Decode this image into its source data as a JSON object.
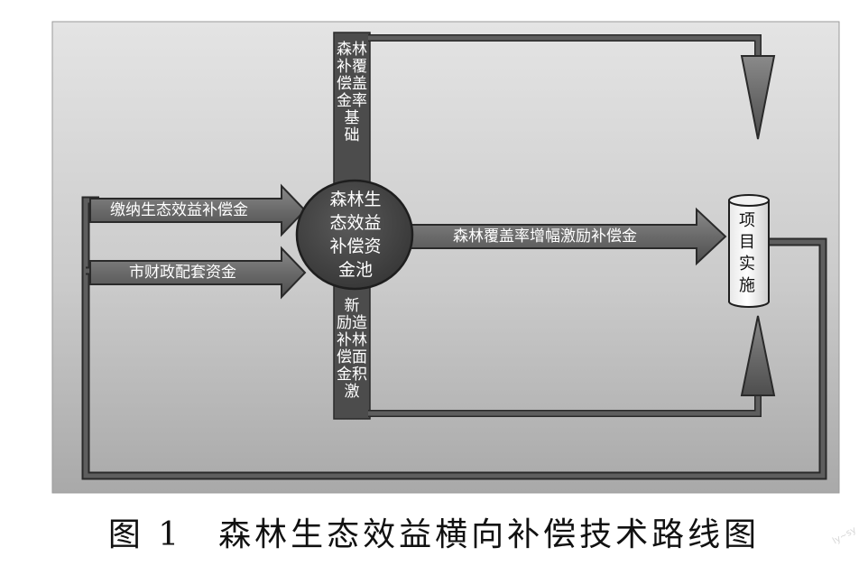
{
  "pool_label": [
    "森林生",
    "态效益",
    "补偿资",
    "金池"
  ],
  "project_label": [
    "项",
    "目",
    "实",
    "施"
  ],
  "inputs": {
    "ecological_fee": "缴纳生态效益补偿金",
    "city_finance": "市财政配套资金"
  },
  "outputs": {
    "incentive_fund": "森林覆盖率增幅激励补偿金"
  },
  "vertical_labels": {
    "basic_coverage": [
      "森林",
      "补覆",
      "偿盖",
      "金率",
      "基",
      "础"
    ],
    "new_forest": [
      "新",
      "励造",
      "补林",
      "偿面",
      "金积",
      "激"
    ]
  },
  "caption": "图 1　森林生态效益横向补偿技术路线图",
  "watermark": "ly~sy",
  "colors": {
    "panel_top": "#dcdcdc",
    "panel_bottom": "#b0b0b0",
    "arrow_fill": "#6a6a6a",
    "arrow_edge": "#2a2a2a",
    "pool_fill": "#4a4a4a"
  }
}
